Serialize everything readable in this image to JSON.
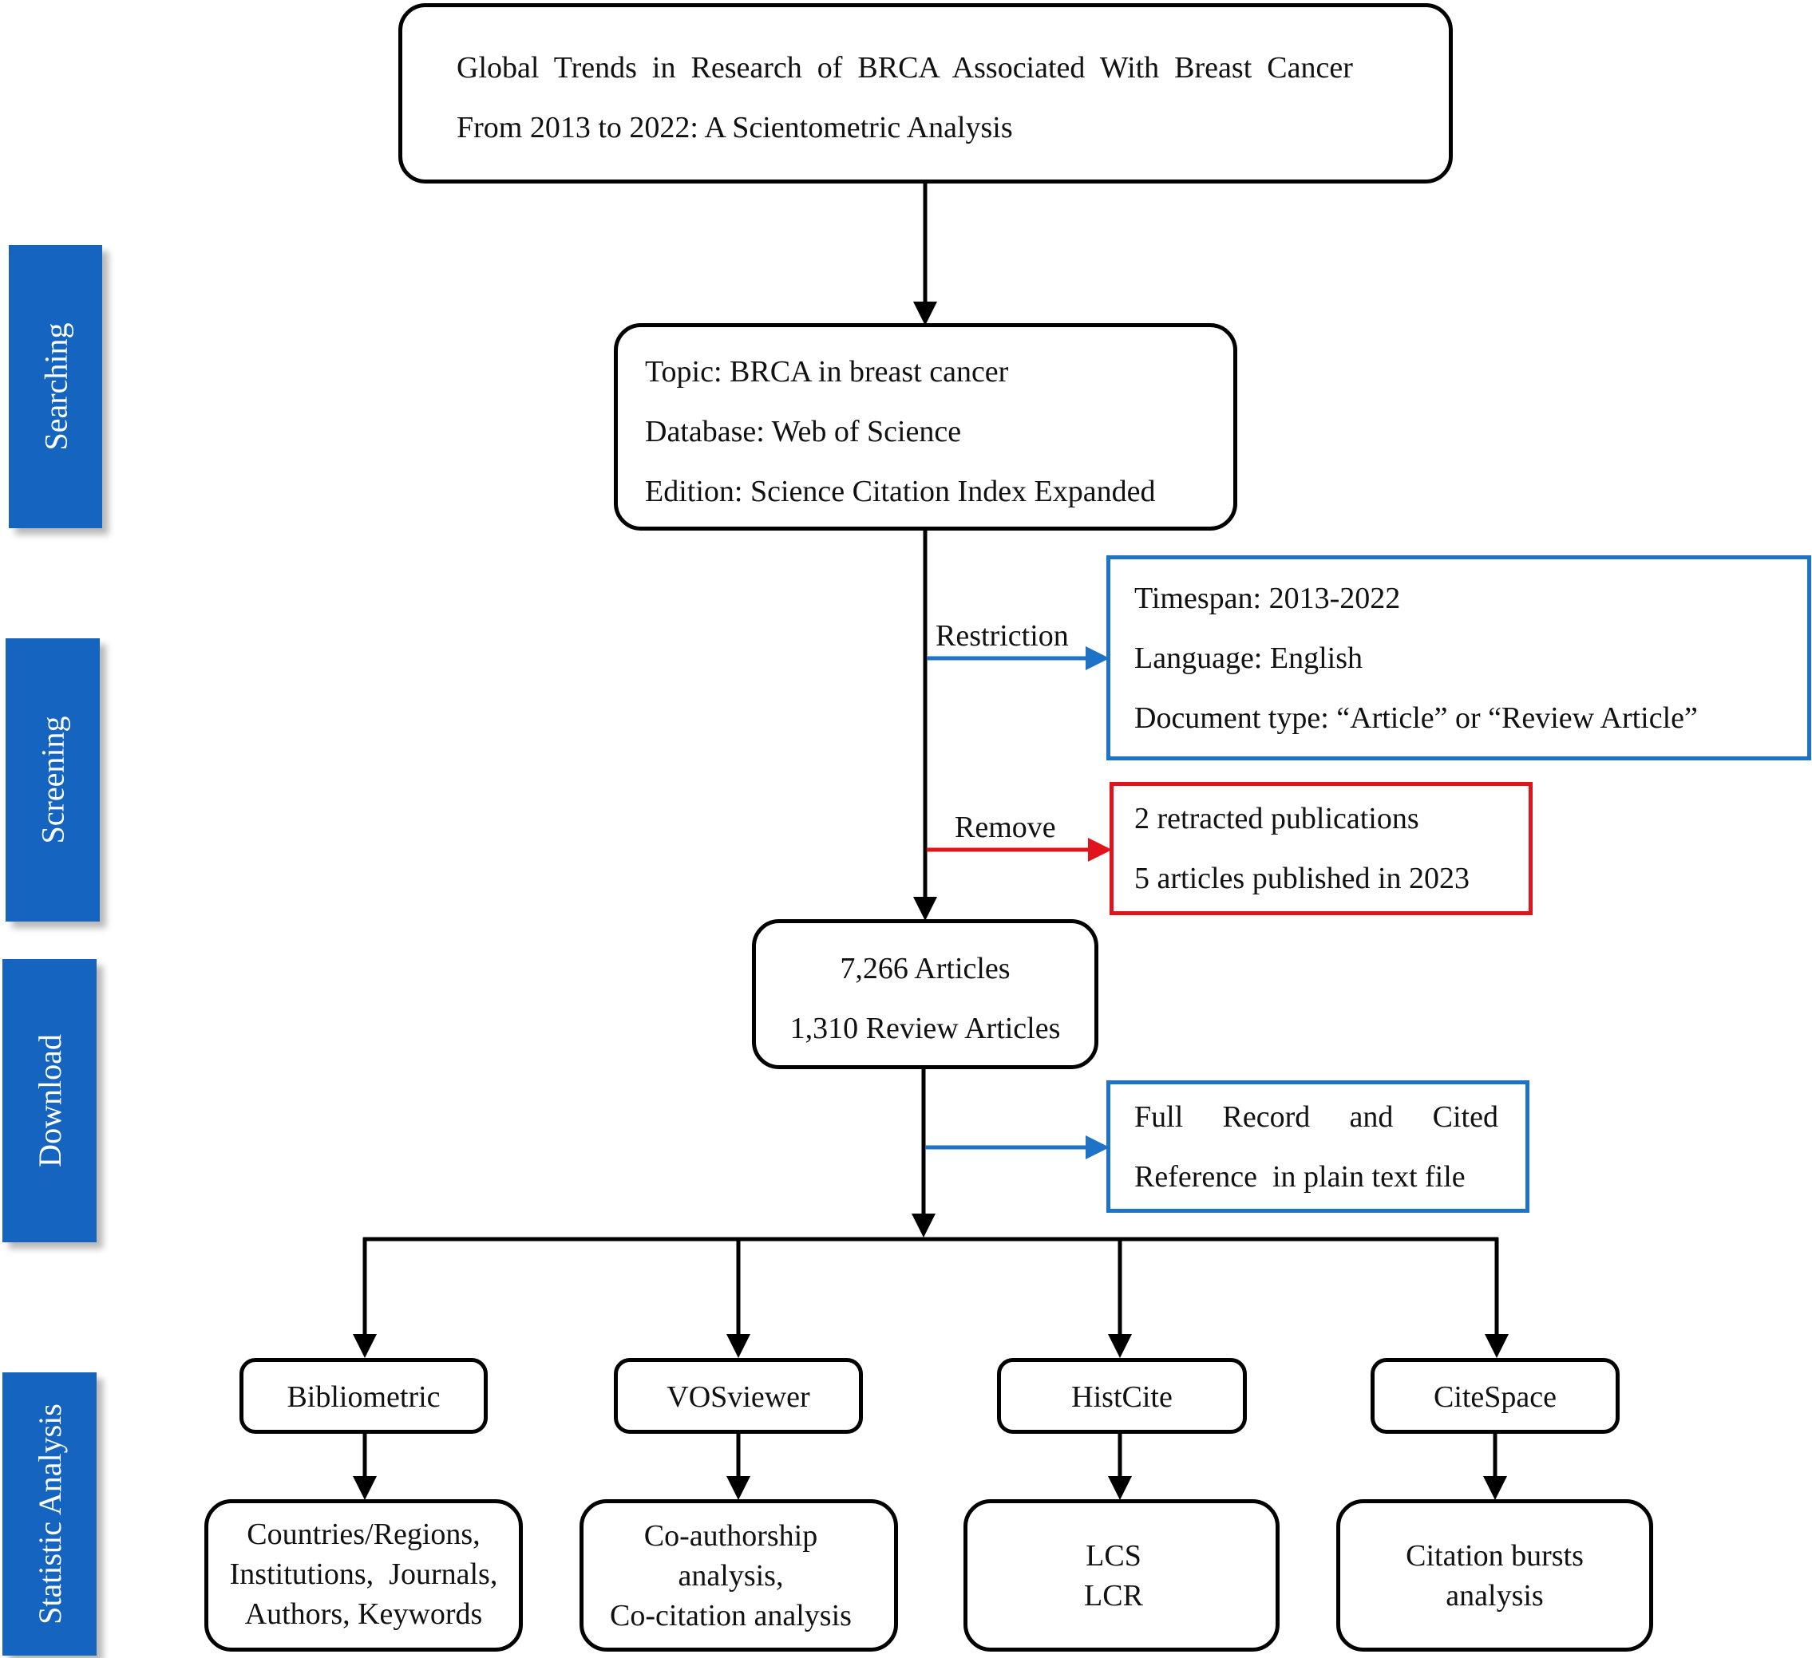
{
  "stages": [
    "Searching",
    "Screening",
    "Download",
    "Statistic Analysis"
  ],
  "title_box": {
    "line1": "Global  Trends  in  Research  of  BRCA  Associated  With  Breast  Cancer",
    "line2": "From 2013 to 2022: A Scientometric Analysis"
  },
  "search_box": {
    "topic": "Topic: BRCA in breast cancer",
    "database": "Database: Web of Science",
    "edition": "Edition: Science Citation Index Expanded"
  },
  "restriction": {
    "label": "Restriction",
    "timespan": "Timespan: 2013-2022",
    "language": "Language: English",
    "doctype": "Document type: “Article” or “Review Article”"
  },
  "remove": {
    "label": "Remove",
    "line1": "2 retracted publications",
    "line2": "5 articles published in 2023"
  },
  "result_box": {
    "line1": "7,266 Articles",
    "line2": "1,310 Review Articles"
  },
  "download_box": {
    "line1_words": [
      "Full",
      "Record",
      "and",
      "Cited"
    ],
    "line2": "Reference  in plain text file"
  },
  "tools": [
    {
      "name": "Bibliometric",
      "outputs": [
        "Countries/Regions,",
        "Institutions,  Journals,",
        "Authors, Keywords"
      ]
    },
    {
      "name": "VOSviewer",
      "outputs": [
        "Co-authorship",
        "analysis,",
        "Co-citation analysis"
      ]
    },
    {
      "name": "HistCite",
      "outputs": [
        "LCS",
        "LCR"
      ]
    },
    {
      "name": "CiteSpace",
      "outputs": [
        "Citation bursts",
        "analysis"
      ]
    }
  ],
  "colors": {
    "stage_tab": "#1565c0",
    "blue_border": "#1f73c6",
    "red_border": "#e0151b",
    "line": "#000000"
  }
}
